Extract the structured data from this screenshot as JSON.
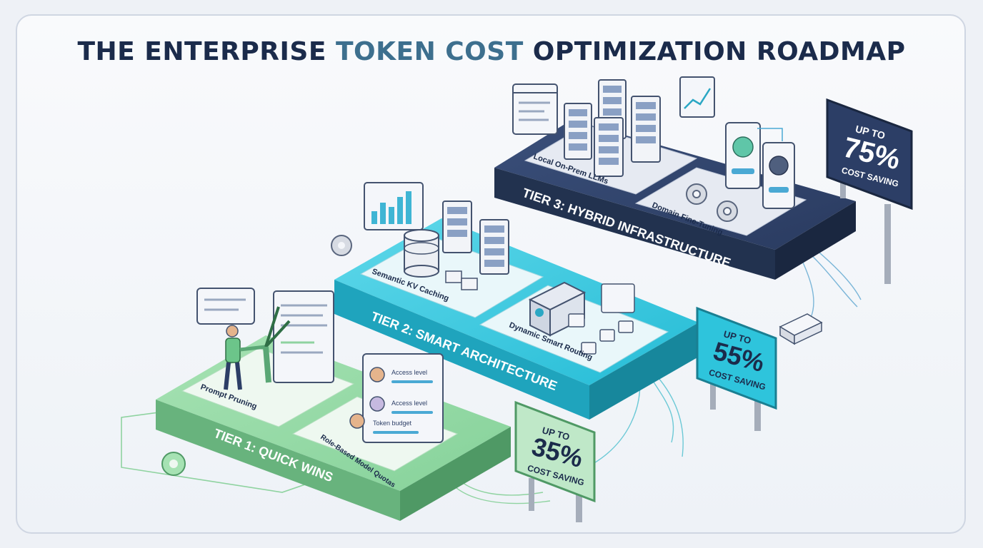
{
  "title": {
    "part1": "THE ENTERPRISE ",
    "part2": "TOKEN COST",
    "part3": " OPTIMIZATION ROADMAP"
  },
  "tiers": [
    {
      "label": "TIER 1: QUICK WINS",
      "color": "#7fcf93",
      "features": [
        "Prompt Pruning",
        "Role-Based Model Quotas"
      ],
      "quota_panel": [
        "Access level",
        "Access level",
        "Token budget"
      ],
      "sign": {
        "line1": "UP TO",
        "value": "35%",
        "line3": "COST SAVING"
      }
    },
    {
      "label": "TIER 2: SMART ARCHITECTURE",
      "color": "#2ec4dc",
      "features": [
        "Semantic KV Caching",
        "Dynamic Smart Routing"
      ],
      "sign": {
        "line1": "UP TO",
        "value": "55%",
        "line3": "COST SAVING"
      }
    },
    {
      "label": "TIER 3: HYBRID INFRASTRUCTURE",
      "color": "#2c3e66",
      "features": [
        "Local On-Prem LLMs",
        "Domain Fine-Tuning"
      ],
      "sign": {
        "line1": "UP TO",
        "value": "75%",
        "line3": "COST SAVING"
      }
    }
  ]
}
